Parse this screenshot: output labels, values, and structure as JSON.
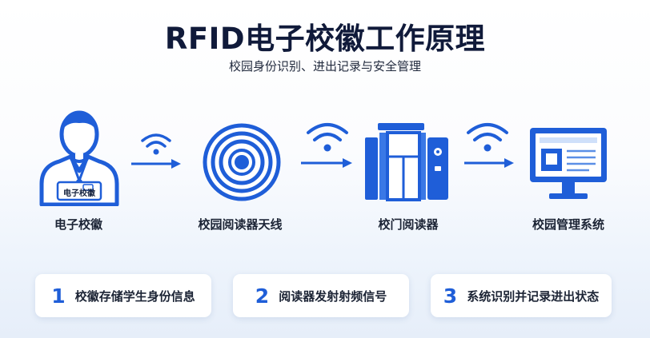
{
  "header": {
    "title": "RFID电子校徽工作原理",
    "subtitle": "校园身份识别、进出记录与安全管理"
  },
  "flow": {
    "badge_label": "电子校徽",
    "badge_card_text": "电子校徽",
    "reader_label": "校园阅读器天线",
    "gate_label": "校门阅读器",
    "system_label": "校园管理系统"
  },
  "steps": [
    {
      "number": "1",
      "text": "校徽存储学生身份信息"
    },
    {
      "number": "2",
      "text": "阅读器发射射频信号"
    },
    {
      "number": "3",
      "text": "系统识别并记录进出状态"
    }
  ],
  "colors": {
    "primary": "#1f5ed8",
    "light": "#5b8fe6",
    "title": "#101a3a"
  }
}
